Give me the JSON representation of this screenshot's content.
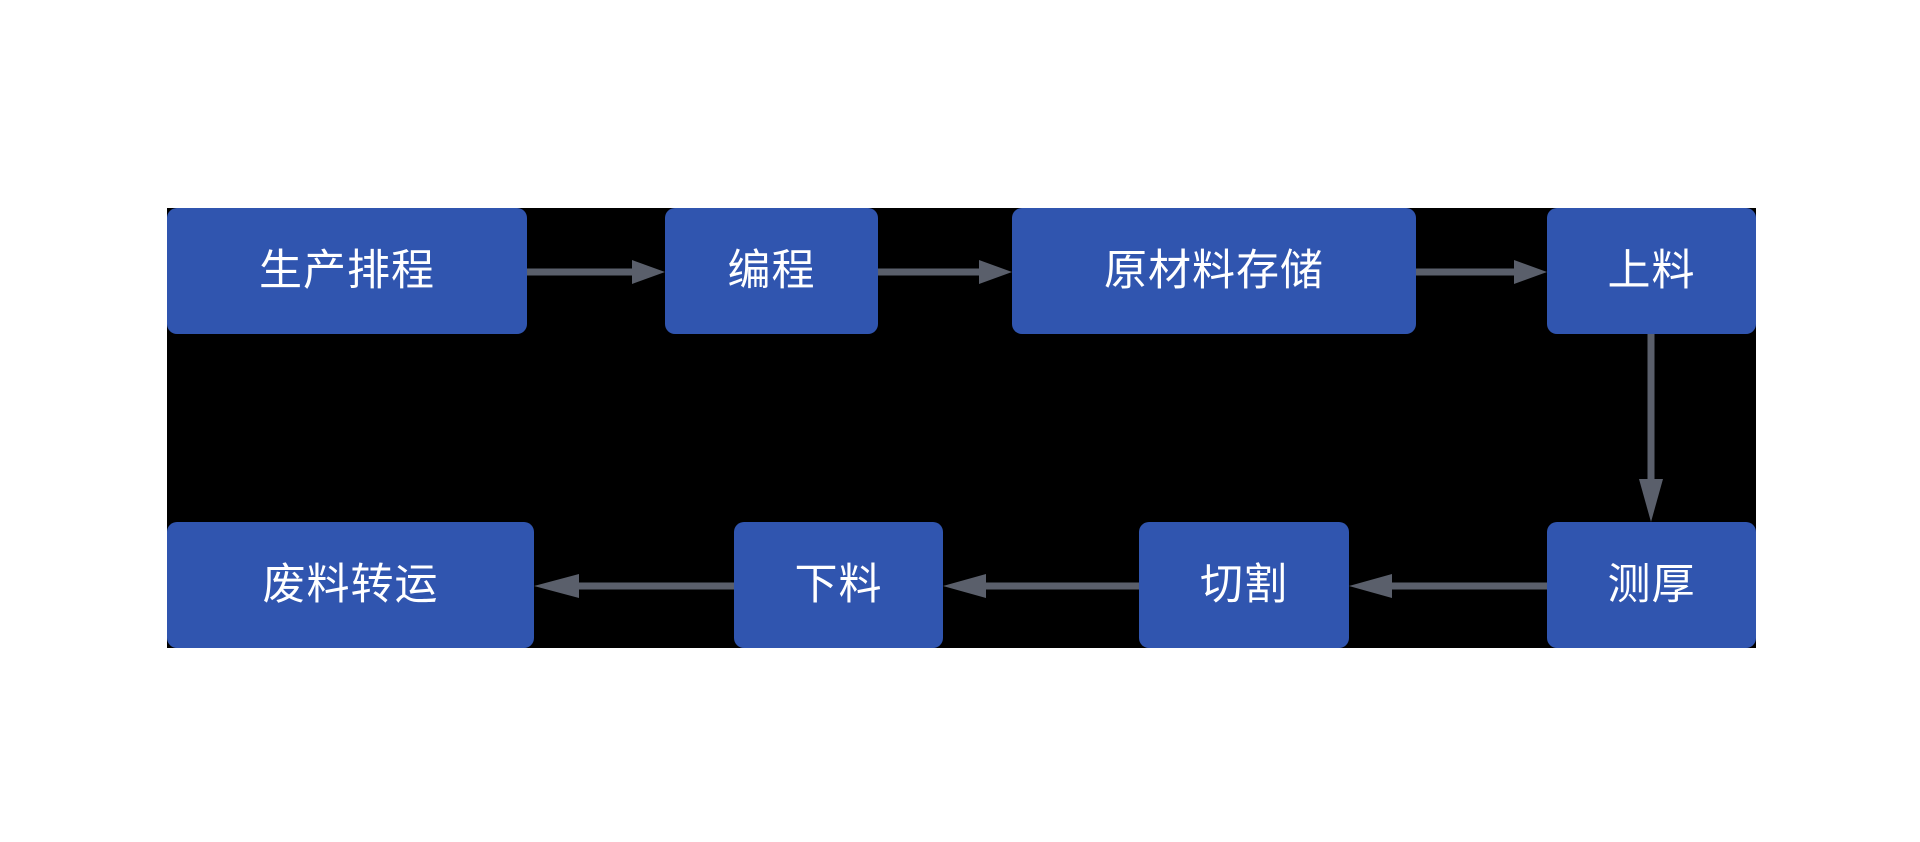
{
  "diagram": {
    "title": "",
    "background_color": "#ffffff",
    "plate_color": "#000000",
    "node_color": "#3055AF",
    "node_text_color": "#ffffff",
    "edge_color": "#5A5F6B",
    "nodes": [
      {
        "id": "scheduling",
        "label": "生产排程",
        "row": "top",
        "order": 1
      },
      {
        "id": "programming",
        "label": "编程",
        "row": "top",
        "order": 2
      },
      {
        "id": "rawstorage",
        "label": "原材料存储",
        "row": "top",
        "order": 3
      },
      {
        "id": "loading",
        "label": "上料",
        "row": "top",
        "order": 4
      },
      {
        "id": "thickness",
        "label": "测厚",
        "row": "bottom",
        "order": 5
      },
      {
        "id": "cutting",
        "label": "切割",
        "row": "bottom",
        "order": 6
      },
      {
        "id": "unloading",
        "label": "下料",
        "row": "bottom",
        "order": 7
      },
      {
        "id": "scrap",
        "label": "废料转运",
        "row": "bottom",
        "order": 8
      }
    ],
    "edges": [
      {
        "from": "scheduling",
        "to": "programming",
        "direction": "right",
        "label": ""
      },
      {
        "from": "programming",
        "to": "rawstorage",
        "direction": "right",
        "label": ""
      },
      {
        "from": "rawstorage",
        "to": "loading",
        "direction": "right",
        "label": ""
      },
      {
        "from": "loading",
        "to": "thickness",
        "direction": "down",
        "label": ""
      },
      {
        "from": "thickness",
        "to": "cutting",
        "direction": "left",
        "label": ""
      },
      {
        "from": "cutting",
        "to": "unloading",
        "direction": "left",
        "label": ""
      },
      {
        "from": "unloading",
        "to": "scrap",
        "direction": "left",
        "label": ""
      }
    ]
  }
}
